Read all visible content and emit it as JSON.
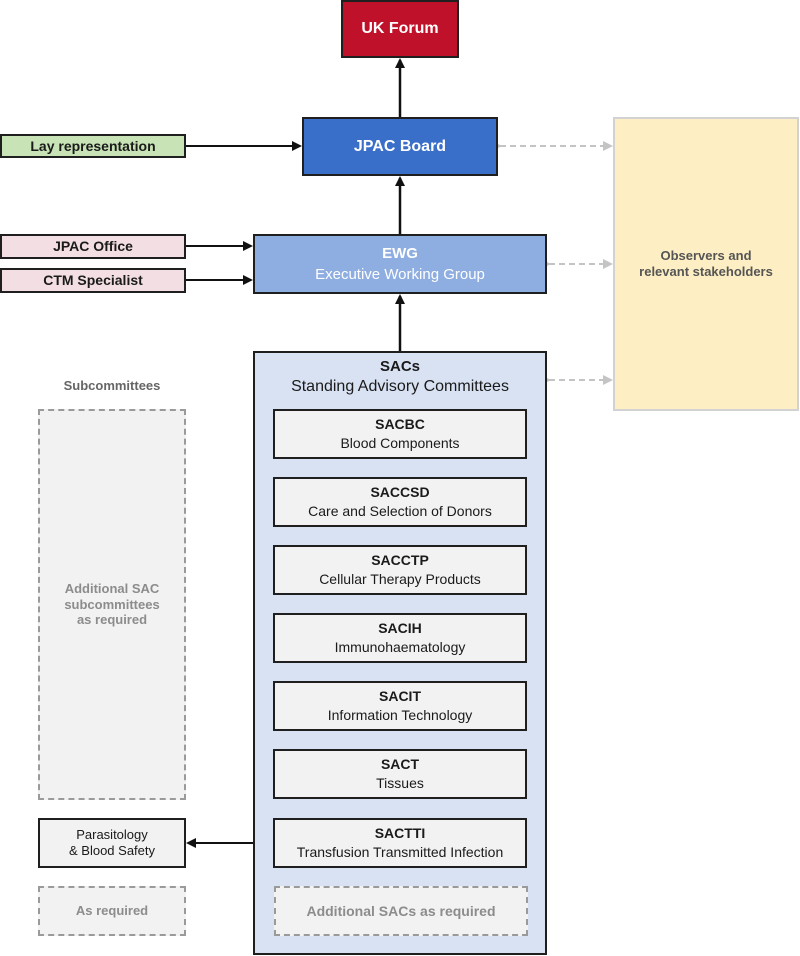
{
  "uk_forum": "UK Forum",
  "jpac_board": "JPAC Board",
  "lay_representation": "Lay representation",
  "jpac_office": "JPAC Office",
  "ctm_specialist": "CTM Specialist",
  "ewg": {
    "code": "EWG",
    "name": "Executive Working Group"
  },
  "observers": {
    "line1": "Observers and",
    "line2": "relevant stakeholders"
  },
  "sacs": {
    "code": "SACs",
    "name": "Standing Advisory Committees"
  },
  "committees": [
    {
      "code": "SACBC",
      "name": "Blood Components"
    },
    {
      "code": "SACCSD",
      "name": "Care and Selection of Donors"
    },
    {
      "code": "SACCTP",
      "name": "Cellular Therapy Products"
    },
    {
      "code": "SACIH",
      "name": "Immunohaematology"
    },
    {
      "code": "SACIT",
      "name": "Information Technology"
    },
    {
      "code": "SACT",
      "name": "Tissues"
    },
    {
      "code": "SACTTI",
      "name": "Transfusion Transmitted Infection"
    }
  ],
  "additional_sacs": "Additional SACs as required",
  "subcommittees": {
    "label": "Subcommittees",
    "additional": {
      "line1": "Additional SAC",
      "line2": "subcommittees",
      "line3": "as required"
    },
    "parasitology": {
      "line1": "Parasitology",
      "line2": "& Blood Safety"
    },
    "as_required": "As required"
  },
  "colors": {
    "uk_forum": "#c0112a",
    "jpac_board": "#3a6fc9",
    "ewg": "#8eade0",
    "lay": "#c8e4b6",
    "office": "#f3dfe3",
    "observers": "#fdefc3",
    "sacs": "#d9e2f3"
  }
}
